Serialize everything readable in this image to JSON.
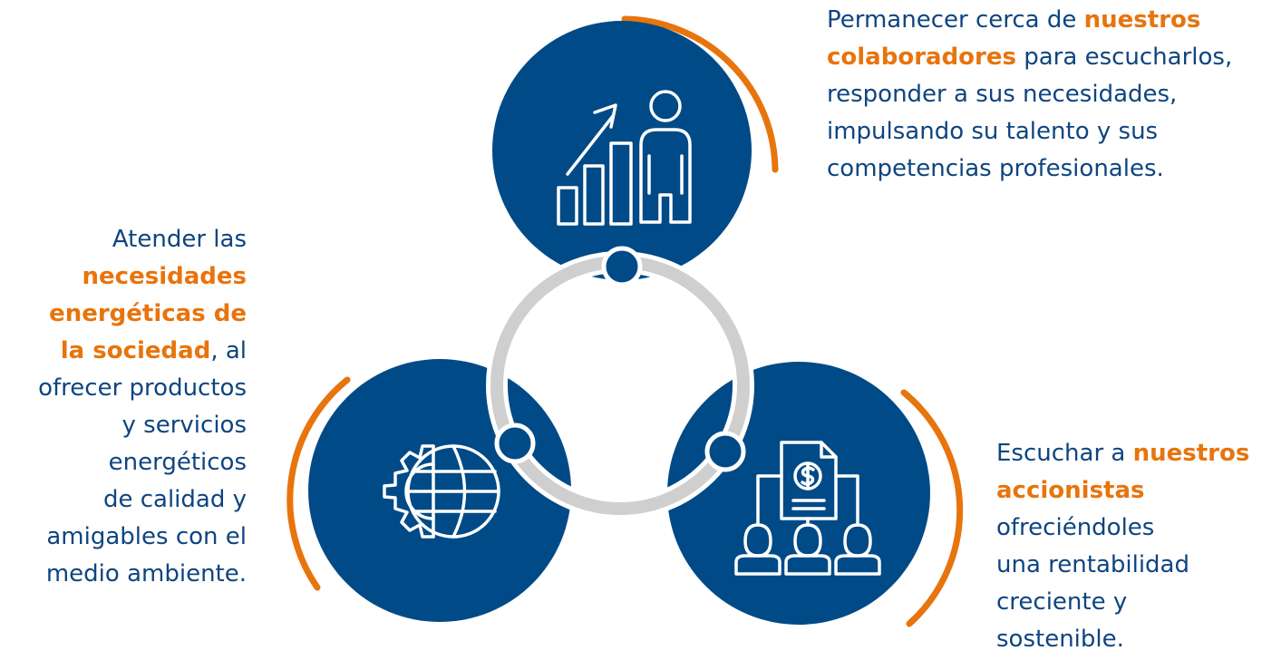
{
  "colors": {
    "navy": "#004a87",
    "text": "#0e4580",
    "orange": "#e8740d",
    "ring": "#cfcfcf",
    "icon_stroke": "#ffffff"
  },
  "nodes": [
    {
      "id": "top",
      "icon": "growth-chart-person-icon",
      "text": {
        "l1": "Permanecer cerca de ",
        "h1": "nuestros",
        "h2": "colaboradores",
        "l2": " para escucharlos,",
        "l3": "responder a sus necesidades,",
        "l4": "impulsando su talento y sus",
        "l5": "competencias profesionales."
      }
    },
    {
      "id": "left",
      "icon": "gear-globe-icon",
      "text": {
        "l1": "Atender las",
        "h1": "necesidades",
        "h2": "energéticas de",
        "h3": "la sociedad",
        "l2": ", al",
        "l3": "ofrecer productos",
        "l4": "y servicios",
        "l5": "energéticos",
        "l6": "de calidad y",
        "l7": "amigables con el",
        "l8": "medio ambiente."
      }
    },
    {
      "id": "right",
      "icon": "shareholders-dollar-icon",
      "text": {
        "l1": "Escuchar a ",
        "h1": "nuestros",
        "h2": "accionistas",
        "l2": "ofreciéndoles",
        "l3": "una rentabilidad",
        "l4": "creciente y",
        "l5": "sostenible."
      }
    }
  ]
}
